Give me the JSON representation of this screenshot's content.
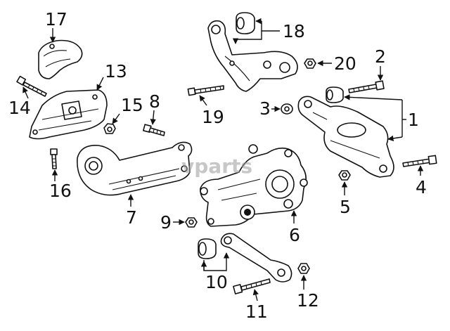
{
  "diagram": {
    "watermark": "vparts",
    "callouts": [
      {
        "id": "1",
        "label": "1"
      },
      {
        "id": "2",
        "label": "2"
      },
      {
        "id": "3",
        "label": "3"
      },
      {
        "id": "4",
        "label": "4"
      },
      {
        "id": "5",
        "label": "5"
      },
      {
        "id": "6",
        "label": "6"
      },
      {
        "id": "7",
        "label": "7"
      },
      {
        "id": "8",
        "label": "8"
      },
      {
        "id": "9",
        "label": "9"
      },
      {
        "id": "10",
        "label": "10"
      },
      {
        "id": "11",
        "label": "11"
      },
      {
        "id": "12",
        "label": "12"
      },
      {
        "id": "13",
        "label": "13"
      },
      {
        "id": "14",
        "label": "14"
      },
      {
        "id": "15",
        "label": "15"
      },
      {
        "id": "16",
        "label": "16"
      },
      {
        "id": "17",
        "label": "17"
      },
      {
        "id": "18",
        "label": "18"
      },
      {
        "id": "19",
        "label": "19"
      },
      {
        "id": "20",
        "label": "20"
      }
    ]
  }
}
